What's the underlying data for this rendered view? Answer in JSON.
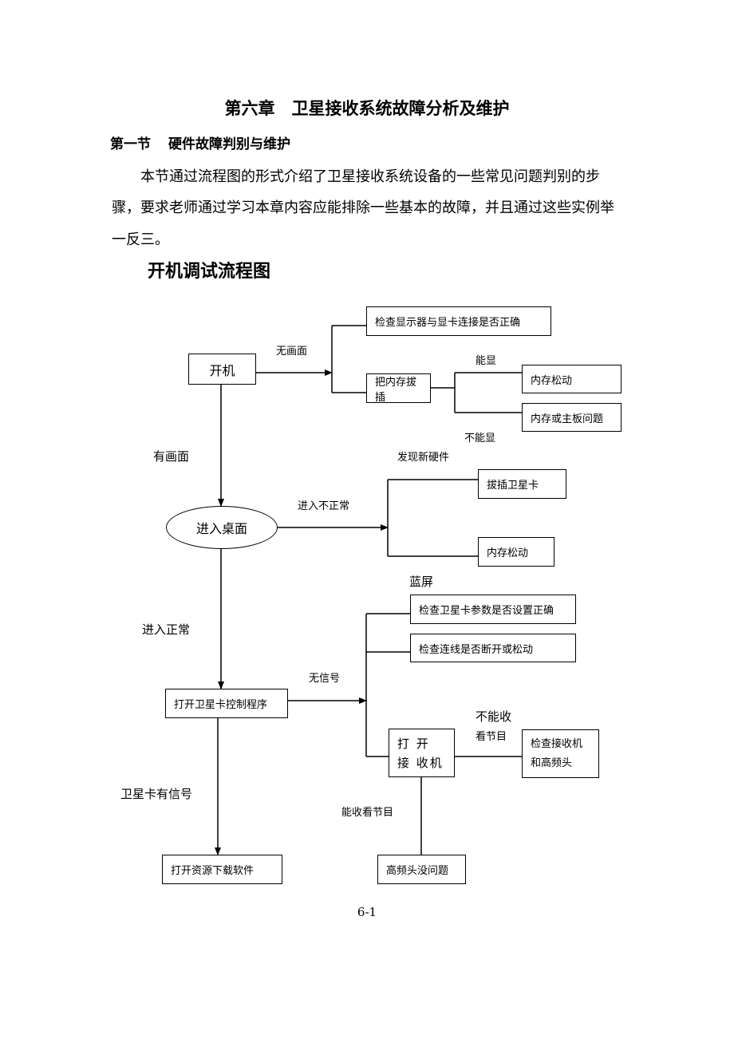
{
  "chapter_title": "第六章　卫星接收系统故障分析及维护",
  "section": {
    "number": "第一节",
    "title": "硬件故障判别与维护"
  },
  "intro_lines": [
    "本节通过流程图的形式介绍了卫星接收系统设备的一些常见问题判别的步",
    "骤，要求老师通过学习本章内容应能排除一些基本的故障，并且通过这些实例举",
    "一反三。"
  ],
  "flowchart_title": "开机调试流程图",
  "nodes": {
    "power_on": "开机",
    "check_monitor": "检查显示器与显卡连接是否正确",
    "reseat_memory": "把内存拔插",
    "memory_loose_1": "内存松动",
    "memory_or_board": "内存或主板问题",
    "enter_desktop": "进入桌面",
    "reseat_satellite_card": "拔插卫星卡",
    "memory_loose_2": "内存松动",
    "check_card_params": "检查卫星卡参数是否设置正确",
    "check_cable": "检查连线是否断开或松动",
    "open_card_program": "打开卫星卡控制程序",
    "open_receiver": "打 开 接 收机",
    "check_receiver_lnb": "检查接收机和高频头",
    "open_download_software": "打开资源下载软件",
    "lnb_ok": "高频头没问题"
  },
  "edge_labels": {
    "no_picture": "无画面",
    "can_display": "能显",
    "cannot_display": "不能显",
    "has_picture": "有画面",
    "new_hardware_found": "发现新硬件",
    "abnormal_entry": "进入不正常",
    "blue_screen": "蓝屏",
    "normal_entry": "进入正常",
    "no_signal": "无信号",
    "cannot_watch_1": "不能收",
    "cannot_watch_2": "看节目",
    "card_has_signal": "卫星卡有信号",
    "can_watch": "能收看节目"
  },
  "page_number": "6-1"
}
